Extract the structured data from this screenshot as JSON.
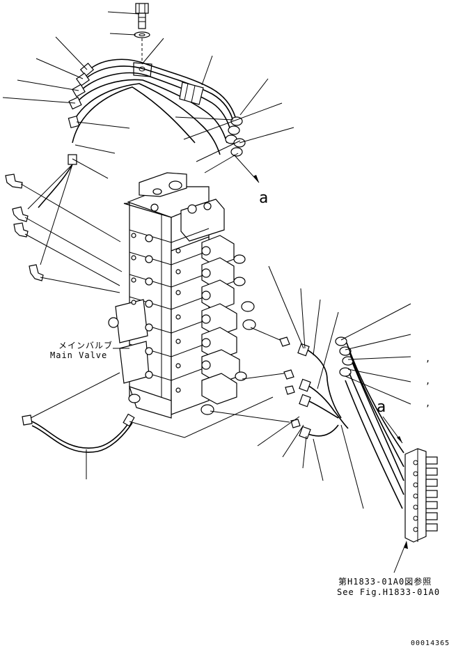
{
  "labels": {
    "main_valve_jp": "メインバルブ",
    "main_valve_en": "Main Valve",
    "ref_jp": "第H1833-01A0図参照",
    "ref_en": "See Fig.H1833-01A0",
    "arrow_a_top": "a",
    "arrow_a_right": "a",
    "drawing_number": "00014365",
    "commas": [
      ",",
      ",",
      ","
    ]
  }
}
